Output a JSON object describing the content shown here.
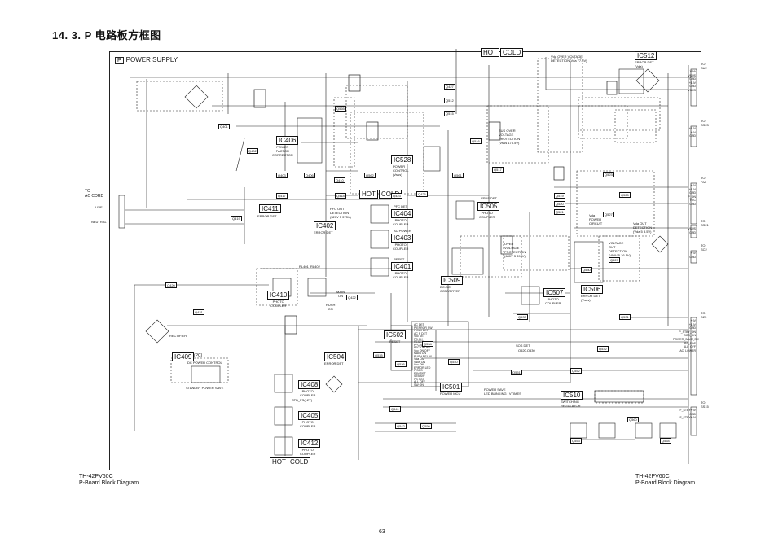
{
  "title": "14. 3.  P 电路板方框图",
  "section": {
    "letter": "P",
    "name": "POWER SUPPLY"
  },
  "page_number": "63",
  "footer_left": {
    "model": "TH-42PV60C",
    "caption": "P-Board Block Diagram"
  },
  "footer_right": {
    "model": "TH-42PV60C",
    "caption": "P-Board Block Diagram"
  },
  "hot_cold": {
    "hot": "HOT",
    "cold": "COLD"
  },
  "ac_cord": {
    "to": "TO",
    "name": "AC CORD",
    "live": "LIVE",
    "neutral": "NEUTRAL"
  },
  "ics": {
    "ic406": {
      "id": "IC406",
      "desc": "POWER\nFACTOR\nCORRECTOR"
    },
    "ic411": {
      "id": "IC411",
      "desc": "ERROR DET"
    },
    "ic402": {
      "id": "IC402",
      "desc": "ERROR DET"
    },
    "ic404": {
      "id": "IC404",
      "desc": "PHOTO\nCOUPLER",
      "top": "PFC DET"
    },
    "ic403": {
      "id": "IC403",
      "desc": "PHOTO\nCOUPLER",
      "top": "AC POWER"
    },
    "ic401": {
      "id": "IC401",
      "desc": "PHOTO\nCOUPLER",
      "top": "RESET"
    },
    "ic528": {
      "id": "IC528",
      "desc": "POWER\nCONTROL\n(Vsus)"
    },
    "ic505": {
      "id": "IC505",
      "desc": "PHOTO\nCOUPLER",
      "top": "VSUS DET"
    },
    "ic509": {
      "id": "IC509",
      "desc": "DC-DC\nCONVERTER"
    },
    "ic507": {
      "id": "IC507",
      "desc": "PHOTO\nCOUPLER"
    },
    "ic506": {
      "id": "IC506",
      "desc": "ERROR DET\n(Vsus)"
    },
    "ic512": {
      "id": "IC512",
      "desc": "ERROR DET\n(Vda)"
    },
    "ic410": {
      "id": "IC410",
      "desc": "PHOTO\nCOUPLER"
    },
    "ic502": {
      "id": "IC502",
      "desc": "RESET"
    },
    "ic501": {
      "id": "IC501",
      "desc": "POWER MCU"
    },
    "ic409": {
      "id": "IC409",
      "suffix": "(PC)",
      "desc": "DC POWER CONTROL"
    },
    "ic504": {
      "id": "IC504",
      "desc": "ERROR DET"
    },
    "ic408": {
      "id": "IC408",
      "desc": "PHOTO\nCOUPLER"
    },
    "ic405": {
      "id": "IC405",
      "desc": "PHOTO\nCOUPLER"
    },
    "ic412": {
      "id": "IC412",
      "desc": "PHOTO\nCOUPLER"
    },
    "ic510": {
      "id": "IC510",
      "desc": "SWITCHING\nREGULATOR"
    }
  },
  "labels": {
    "standby_power_save": "STANDBY POWER SAVE",
    "main_on": "MAIN\nON",
    "rush_on": "RUSH\nON",
    "rectifier": "RECTIFIER",
    "power_save": "POWER SAVE\nLED BLINKING : VTIMES",
    "stb_ps": "STB_PS(12V)",
    "ovp_vda": "Vda OVER VOLTAGE\nDETECTION(Vda 77.5V)",
    "ovp_sus": "SUS OVER\nVOLTAGE\nPROTECTION\n(Vsus 175.5V)",
    "over_voltage": "OVER\nVOLTAGE\nPROTECTION\n(480V 3 390V)",
    "vda_power_circuit": "Vda\nPOWER\nCIRCUIT",
    "vda_det": "Vda OUT\nDETECTION\n(Vda 5 3.5V)",
    "voltage_out_det": "VOLTAGE\nOUT\nDETECTION\n(VDIV 5 16.1V)",
    "pfc_out_det": "PFC OUT\nDETECTION\n(320V 5 375V)",
    "sos_det": "SOS DET",
    "q520_q530": "Q520,Q530",
    "q541_relays": "RL401  RL402",
    "mcu_pins": [
      "AC DET",
      "P ERROR SW",
      "F CLK DET",
      "AC P DET",
      "Vcc DET",
      "PS OK",
      "RESET",
      "PFC SW",
      "PFC ONOFF",
      "Vcc ON/OFF",
      "MAIN ON",
      "RUSH RELAY",
      "Vda ON",
      "Vsus ON",
      "Vcc ON",
      "ERROR LED",
      "P SOS",
      "FAN DET",
      "STB SW",
      "PS SOS",
      "ALL OFF",
      "SW ON"
    ]
  },
  "connectors": [
    {
      "name": "TO\nSU2",
      "pins": "VDA\nVSUS\nGND\n+15V\nGND\nVSUS"
    },
    {
      "name": "TO\nSS23",
      "pins": "+15V\n+5V\nGND"
    },
    {
      "name": "TO\nPA5",
      "pins": "+5V\n+15V\nGND\nP_ON\nVCC\nGND"
    },
    {
      "name": "TO\nSS21",
      "pins": "VSUS\nGND"
    },
    {
      "name": "TO\nSC2",
      "pins": "+5V\nGND"
    },
    {
      "name": "TO\nD25",
      "pins": "+5V\n+15V\nGND\nP_STBY_ON\nSOS_ON\nPOWER_SAVE_SW\nPS_SOS\nALL_OFF\nAC_LOWER"
    },
    {
      "name": "TO\nSS15",
      "pins": "F_STBY+5V\nGND\nF_STBY+5V"
    }
  ],
  "q_labels": [
    "Q401",
    "Q402",
    "Q403",
    "Q406",
    "Q410",
    "Q417",
    "Q418",
    "Q419",
    "Q420",
    "Q421",
    "Q422",
    "Q423",
    "Q426",
    "Q427",
    "Q512",
    "Q515",
    "Q516",
    "Q517",
    "Q519",
    "Q520",
    "Q521",
    "Q523",
    "Q525",
    "Q527",
    "Q529",
    "Q530",
    "Q531",
    "Q532",
    "Q533",
    "Q534",
    "Q535",
    "Q536",
    "Q540",
    "Q541",
    "Q542",
    "Q550",
    "Q551",
    "Q552",
    "Q553",
    "Q554",
    "Q560",
    "Q561",
    "Q562",
    "Q565"
  ]
}
